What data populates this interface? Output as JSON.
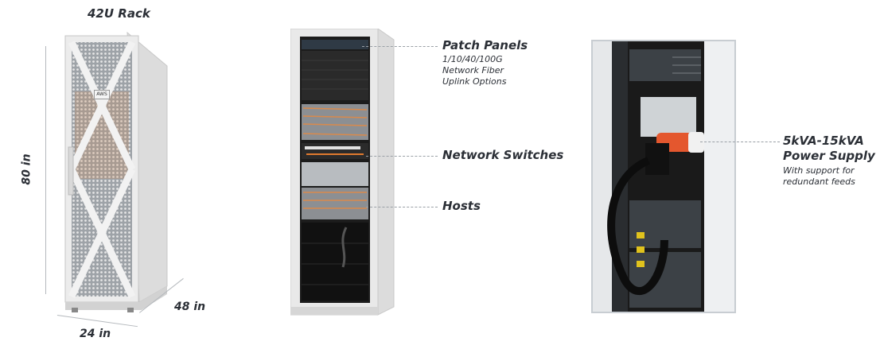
{
  "rack_title": "42U Rack",
  "dimensions": {
    "height": "80 in",
    "depth": "48 in",
    "width": "24 in"
  },
  "callouts": {
    "patch_panels": {
      "title": "Patch Panels",
      "lines": [
        "1/10/40/100G",
        "Network Fiber",
        "Uplink Options"
      ]
    },
    "network_switches": {
      "title": "Network Switches"
    },
    "hosts": {
      "title": "Hosts"
    },
    "power_supply": {
      "title_line1": "5kVA-15kVA",
      "title_line2": "Power Supply",
      "lines": [
        "With support for",
        "redundant feeds"
      ]
    }
  },
  "badge_text": "AWS"
}
